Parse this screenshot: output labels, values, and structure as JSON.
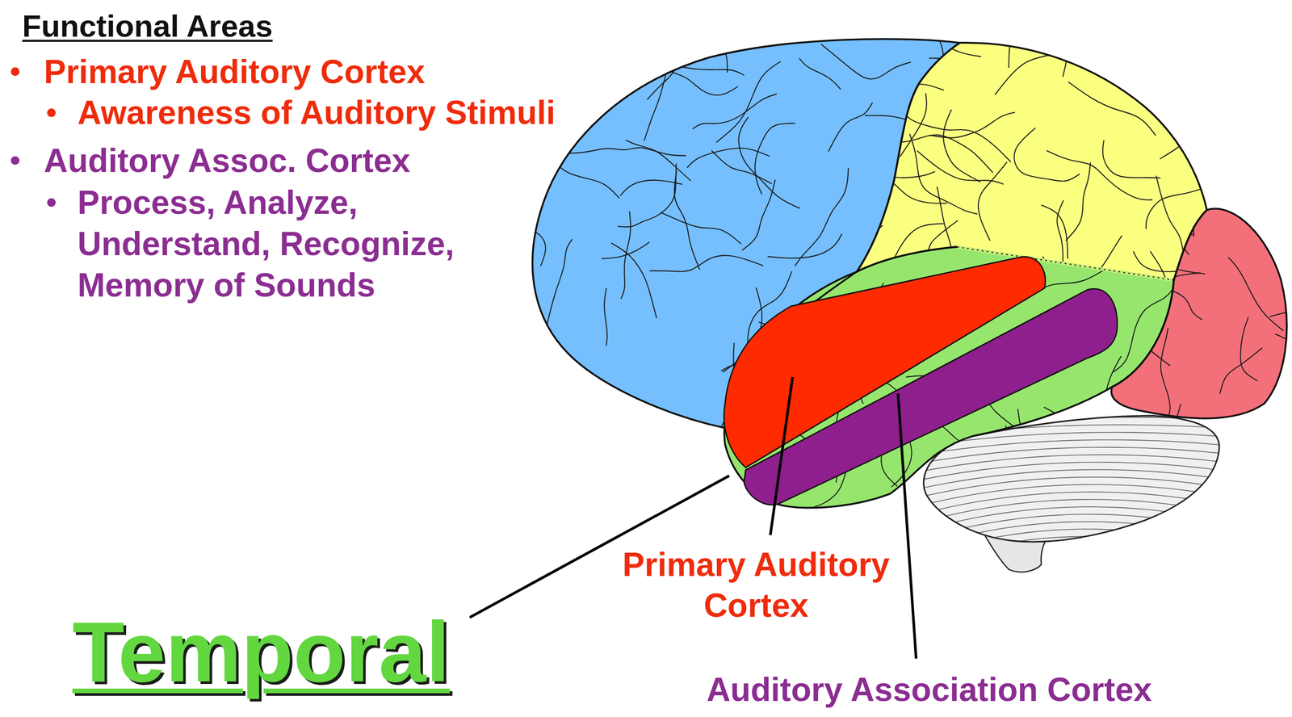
{
  "diagram": {
    "title": "Functional Areas",
    "labels": [
      "Primary Auditory Cortex",
      "Awareness of Auditory Stimuli",
      "Auditory Assoc. Cortex",
      "Process, Analyze, Understand, Recognize, Memory of Sounds",
      "Primary Auditory Cortex",
      "Auditory Association Cortex",
      "Temporal"
    ]
  }
}
